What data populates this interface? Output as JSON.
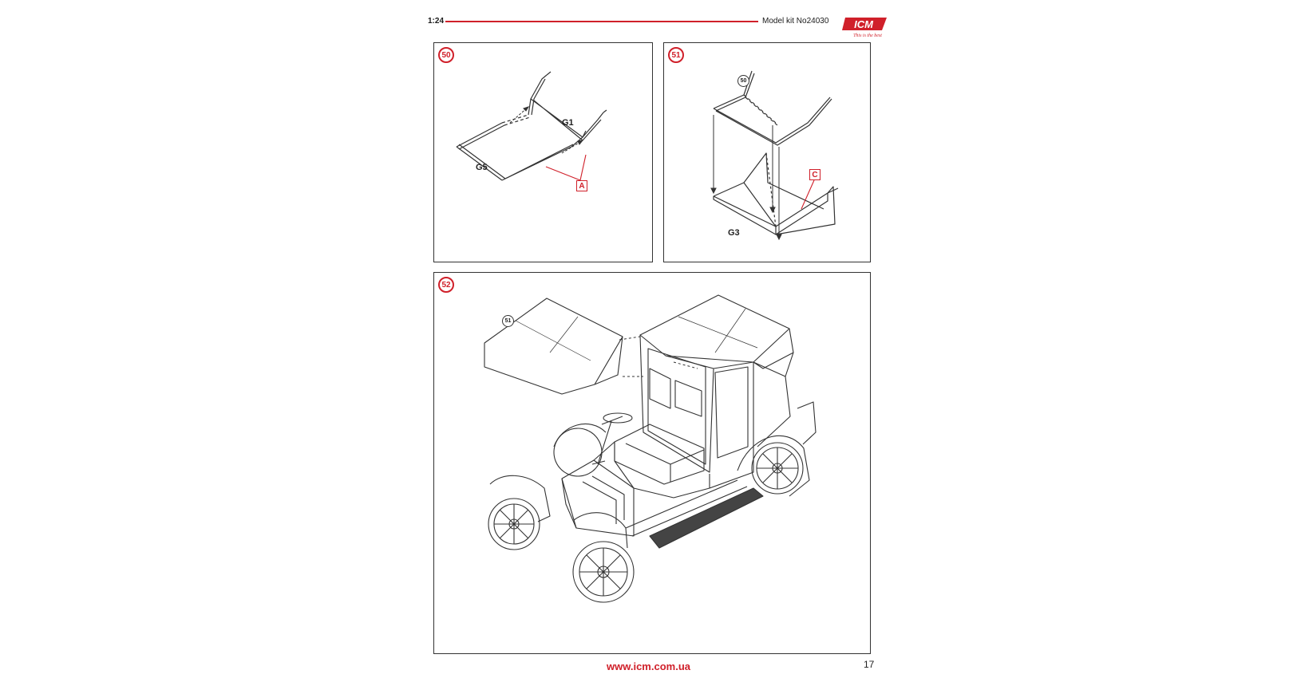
{
  "header": {
    "scale": "1:24",
    "kit_label": "Model kit No24030",
    "brand": "ICM",
    "brand_tagline": "This is the best"
  },
  "steps": {
    "s50": {
      "number": "50",
      "parts": [
        "G1",
        "G5"
      ],
      "ref": "A"
    },
    "s51": {
      "number": "51",
      "sub_ref": "50",
      "parts": [
        "G3"
      ],
      "ref": "C"
    },
    "s52": {
      "number": "52",
      "sub_ref": "51"
    }
  },
  "footer": {
    "url": "www.icm.com.ua",
    "page_number": "17"
  },
  "colors": {
    "accent": "#d0202a",
    "line": "#333333"
  }
}
